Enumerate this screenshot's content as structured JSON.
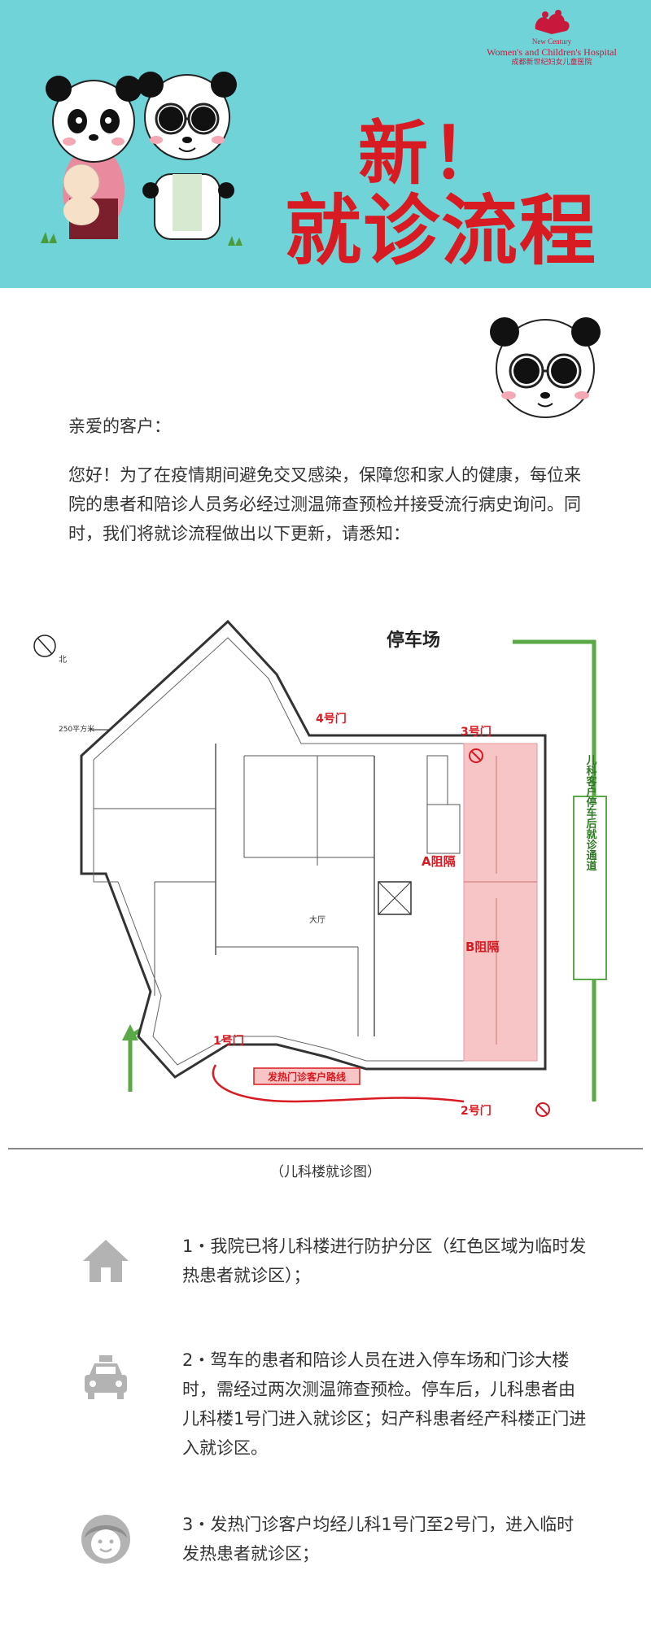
{
  "header": {
    "logo": {
      "line1": "New Century",
      "line2": "Women's and Children's Hospital",
      "line3": "成都新世纪妇女儿童医院"
    },
    "title_line1": "新！",
    "title_line2": "就诊流程"
  },
  "letter": {
    "greeting": "亲爱的客户：",
    "intro": "您好！为了在疫情期间避免交叉感染，保障您和家人的健康，每位来院的患者和陪诊人员务必经过测温筛查预检并接受流行病史询问。同时，我们将就诊流程做出以下更新，请悉知："
  },
  "map": {
    "parking": "停车场",
    "north": "北",
    "scale_label": "250平方米",
    "gate4": "4号门",
    "gate3": "3号门",
    "gate1": "1号门",
    "gate2": "2号门",
    "zone_a": "A阻隔",
    "zone_b": "B阻隔",
    "lobby": "大厅",
    "fever_path": "发热门诊客户路线",
    "side_path": "儿科客户停车后就诊通道",
    "caption": "（儿科楼就诊图）"
  },
  "steps": [
    {
      "icon": "home-icon",
      "text": "1・我院已将儿科楼进行防护分区（红色区域为临时发热患者就诊区）；"
    },
    {
      "icon": "taxi-icon",
      "text": "2・驾车的患者和陪诊人员在进入停车场和门诊大楼时，需经过两次测温筛查预检。停车后，儿科患者由儿科楼1号门进入就诊区；妇产科患者经产科楼正门进入就诊区。"
    },
    {
      "icon": "face-icon",
      "text": "3・发热门诊客户均经儿科1号门至2号门，进入临时发热患者就诊区；"
    }
  ],
  "colors": {
    "banner": "#6fd3d7",
    "title": "#d81b22",
    "fever_zone": "#f7c5c5",
    "green_path": "#5aa846",
    "icon_gray": "#b3b3b3"
  }
}
